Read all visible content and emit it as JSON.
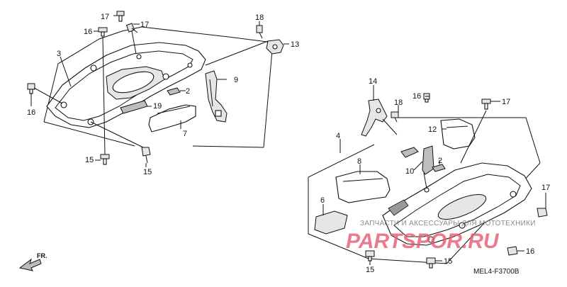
{
  "callouts": {
    "c17a": "17",
    "c17b": "17",
    "c16a": "16",
    "c18a": "18",
    "c13": "13",
    "c3": "3",
    "c9": "9",
    "c2a": "2",
    "c19": "19",
    "c16b": "16",
    "c7": "7",
    "c15a": "15",
    "c15b": "15",
    "c14": "14",
    "c18b": "18",
    "c16c": "16",
    "c17c": "17",
    "c4": "4",
    "c12": "12",
    "c8": "8",
    "c10": "10",
    "c2b": "2",
    "c6": "6",
    "c17d": "17",
    "c16d": "16",
    "c15c": "15",
    "c15d": "15"
  },
  "front_arrow": "FR.",
  "diagram_code": "MEL4-F3700B",
  "watermark": {
    "text": "ЗАПЧАСТИ И АКСЕССУАРЫ ДЛЯ МОТОТЕХНИКИ",
    "brand": "PARTSPOR.RU",
    "color": "#e85a72"
  }
}
